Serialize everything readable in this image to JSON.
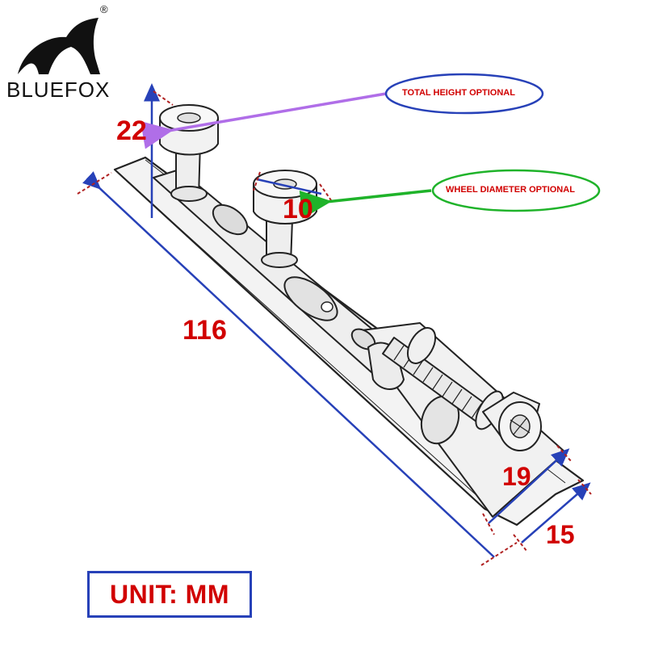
{
  "brand": {
    "name": "BLUEFOX",
    "registered_mark": "®"
  },
  "callouts": {
    "total_height": "TOTAL HEIGHT OPTIONAL",
    "wheel_diameter": "WHEEL DIAMETER OPTIONAL"
  },
  "dimensions": {
    "height": "22",
    "wheel": "10",
    "length": "116",
    "width_inner": "19",
    "width_outer": "15"
  },
  "unit_label": "UNIT: MM",
  "colors": {
    "dimension_text": "#d10000",
    "blue_line": "#2741b8",
    "purple_arrow": "#b06ee8",
    "green_arrow": "#1fb32a",
    "callout_border": "#2741b8"
  },
  "icons": {
    "logo": "fox-head-icon"
  }
}
